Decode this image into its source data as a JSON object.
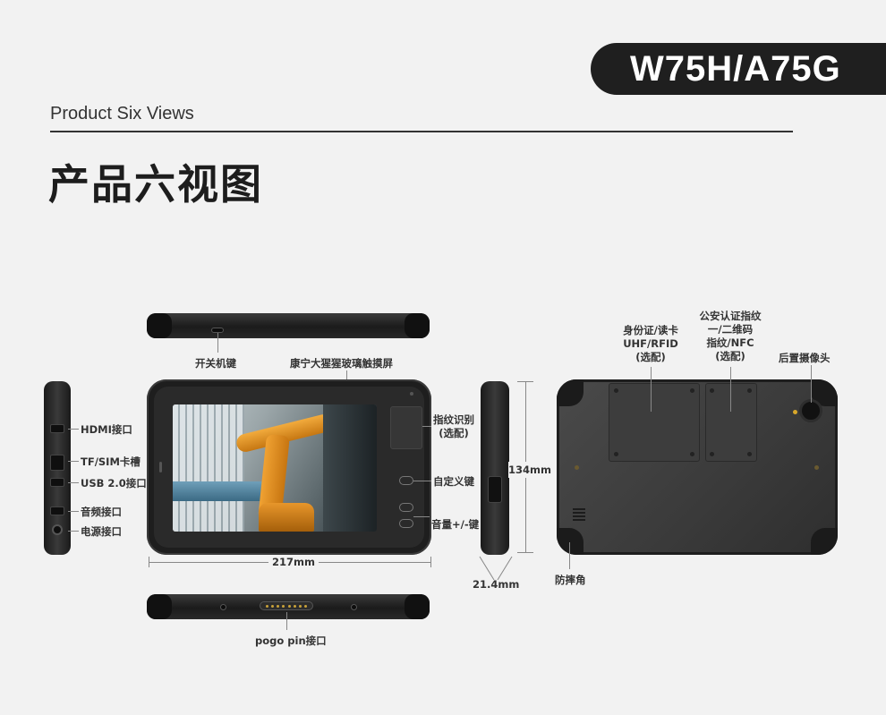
{
  "header": {
    "model": "W75H/A75G",
    "subtitle": "Product Six Views",
    "title": "产品六视图"
  },
  "labels": {
    "power_key": "开关机键",
    "screen_glass": "康宁大猩猩玻璃触摸屏",
    "fingerprint": "指纹识别",
    "fingerprint_opt": "(选配)",
    "custom_key": "自定义键",
    "volume_key": "音量+/-键",
    "hdmi": "HDMI接口",
    "tf_sim": "TF/SIM卡槽",
    "usb": "USB 2.0接口",
    "audio": "音频接口",
    "dc": "电源接口",
    "width": "217mm",
    "height": "134mm",
    "depth": "21.4mm",
    "pogo": "pogo pin接口",
    "id_reader_1": "身份证/读卡",
    "id_reader_2": "UHF/RFID",
    "id_reader_3": "(选配)",
    "police_1": "公安认证指纹",
    "police_2": "一/二维码",
    "police_3": "指纹/NFC",
    "police_4": "(选配)",
    "rear_camera": "后置摄像头",
    "drop_corner": "防摔角"
  },
  "colors": {
    "badge": "#1f1f1f",
    "device_body": "#1e1e1e",
    "accent_orange": "#f0a233"
  }
}
